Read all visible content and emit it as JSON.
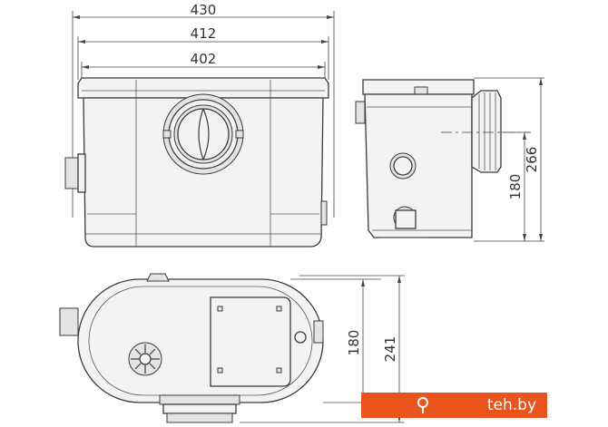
{
  "dimensions": {
    "front_overall_width": "430",
    "front_housing_width": "412",
    "front_body_width": "402",
    "side_outlet_height": "180",
    "side_overall_height": "266",
    "top_body_depth": "180",
    "top_overall_depth": "241"
  },
  "watermark": {
    "text": "teh.by",
    "color": "#e8541c"
  }
}
